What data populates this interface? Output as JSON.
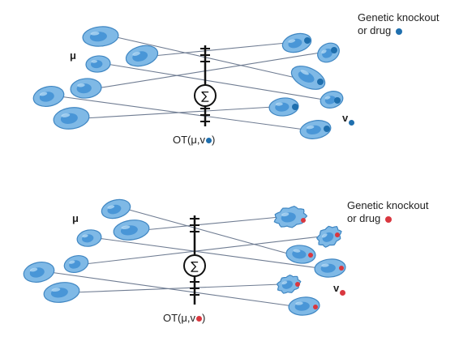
{
  "panels": [
    {
      "annotation_line1": "Genetic knockout",
      "annotation_line2": "or drug",
      "mu_label": "μ",
      "v_label": "v",
      "ot_prefix": "OT(μ,v",
      "ot_suffix": ")",
      "sum_symbol": "∑",
      "dot_color": "#1f6fae"
    },
    {
      "annotation_line1": "Genetic knockout",
      "annotation_line2": "or drug",
      "mu_label": "μ",
      "v_label": "v",
      "ot_prefix": "OT(μ,v",
      "ot_suffix": ")",
      "sum_symbol": "∑",
      "dot_color": "#d9373f"
    }
  ],
  "colors": {
    "cell_fill": "#7fb9e6",
    "cell_stroke": "#3f86c2",
    "nucleus_fill": "#3f8fd3",
    "line_color": "#6f7c92",
    "axis_color": "#111111"
  }
}
